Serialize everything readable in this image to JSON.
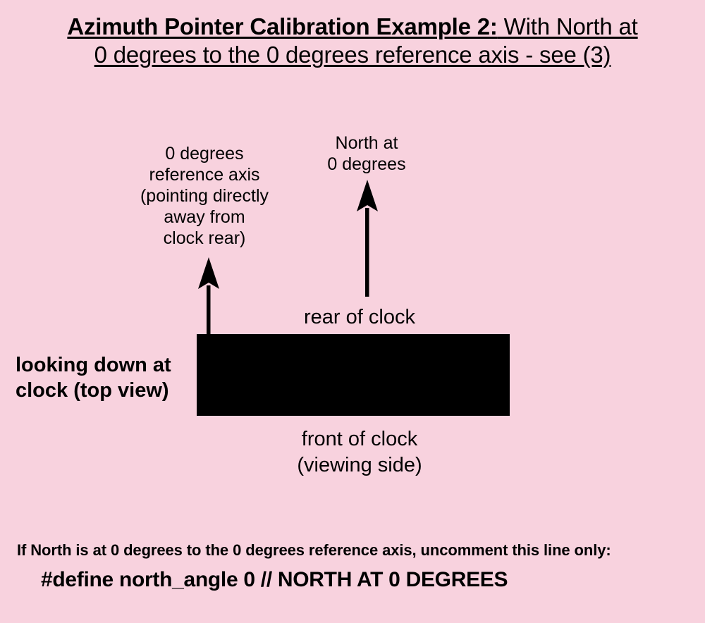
{
  "background_color": "#f8d2de",
  "ink_color": "#000000",
  "title": {
    "line1_strong": "Azimuth Pointer Calibration Example 2:",
    "line1_regular": " With North at",
    "line2": "0 degrees to the 0 degrees reference axis - see (3)"
  },
  "diagram": {
    "reference_axis_label": "0 degrees\nreference axis\n(pointing directly\naway from\nclock rear)",
    "north_label": "North at\n0 degrees",
    "rear_label": "rear of clock",
    "front_label": "front of clock\n(viewing side)",
    "top_view_label": "looking down at\nclock (top view)",
    "clock_body_label": "clock body (black rectangle, top view)",
    "arrows": [
      {
        "name": "reference-axis-arrow",
        "direction": "up"
      },
      {
        "name": "north-arrow",
        "direction": "up"
      }
    ]
  },
  "note": {
    "instruction": "If North is at 0 degrees to the 0 degrees reference axis, uncomment this line only:",
    "code": "#define north_angle 0 // NORTH AT 0 DEGREES"
  }
}
